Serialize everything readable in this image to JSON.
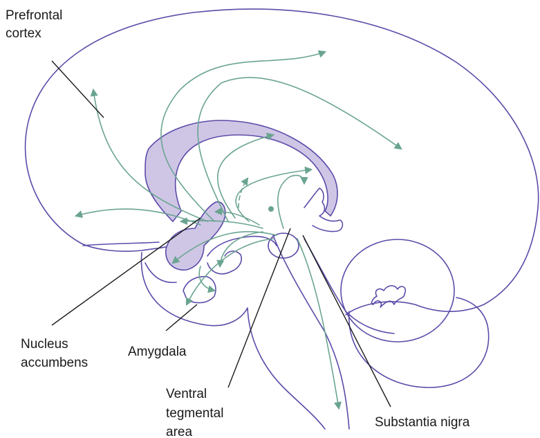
{
  "labels": {
    "prefrontal_line1": "Prefrontal",
    "prefrontal_line2": "cortex",
    "nucleus_line1": "Nucleus",
    "nucleus_line2": "accumbens",
    "amygdala": "Amygdala",
    "vta_line1": "Ventral",
    "vta_line2": "tegmental",
    "vta_line3": "area",
    "substantia": "Substantia nigra"
  },
  "colors": {
    "outline": "#5b4aa8",
    "fill": "#cfc6e6",
    "pathway": "#6aa490",
    "text": "#1a1a1a"
  }
}
